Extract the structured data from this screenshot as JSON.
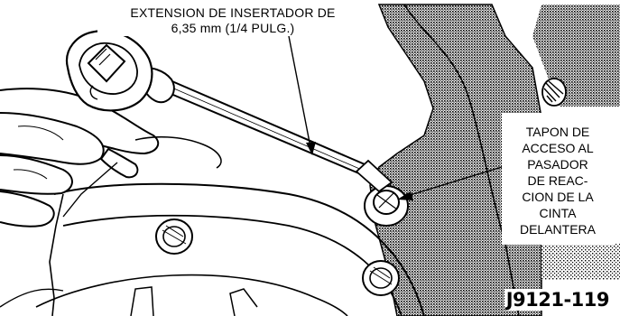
{
  "callouts": {
    "tool": {
      "line1": "EXTENSION DE INSERTADOR DE",
      "line2": "6,35 mm (1/4 PULG.)"
    },
    "plug": {
      "lines": [
        "TAPON DE",
        "ACCESO AL",
        "PASADOR",
        "DE REAC-",
        "CION DE LA",
        "CINTA",
        "DELANTERA"
      ]
    }
  },
  "figure_id": "J9121-119",
  "colors": {
    "line_art": "#000000",
    "background": "#ffffff",
    "housing_shading": "#000000"
  }
}
